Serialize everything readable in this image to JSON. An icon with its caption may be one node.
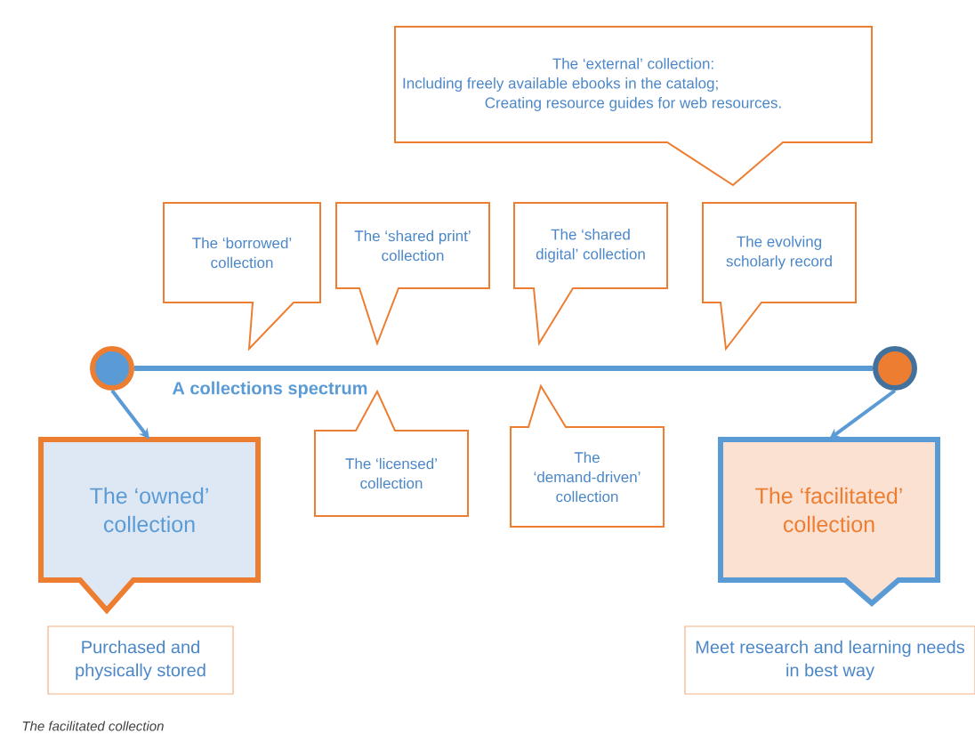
{
  "diagram": {
    "caption": "The facilitated collection",
    "nodes": [
      {
        "text": [],
        "shape": "circle"
      },
      {
        "text": [],
        "shape": "circle"
      },
      {
        "text": [
          "The ‘external’ collection:",
          "Including freely available ebooks in the catalog;",
          "Creating resource guides for web resources."
        ]
      },
      {
        "text": [
          "The ‘borrowed’ collection"
        ]
      },
      {
        "text": [
          "The ‘shared print’ collection"
        ]
      },
      {
        "text": [
          "The ‘shared digital’ collection"
        ]
      },
      {
        "text": [
          "The evolving scholarly record"
        ]
      },
      {
        "text": [
          "The ‘licensed’ collection"
        ]
      },
      {
        "text": [
          "The ‘demand-driven’ collection"
        ]
      },
      {
        "text": [
          "The ‘owned’ collection"
        ]
      },
      {
        "text": [
          "Purchased and physically stored"
        ]
      },
      {
        "text": [
          "The ‘facilitated’ collection"
        ]
      },
      {
        "text": [
          "Meet research and learning needs in best way"
        ]
      }
    ],
    "edges": [
      {
        "from": 0,
        "to": 1,
        "arrow": "none",
        "label": "A collections spectrum"
      },
      {
        "from": 0,
        "to": 9,
        "arrow": "to"
      },
      {
        "from": 1,
        "to": 11,
        "arrow": "to"
      }
    ]
  }
}
